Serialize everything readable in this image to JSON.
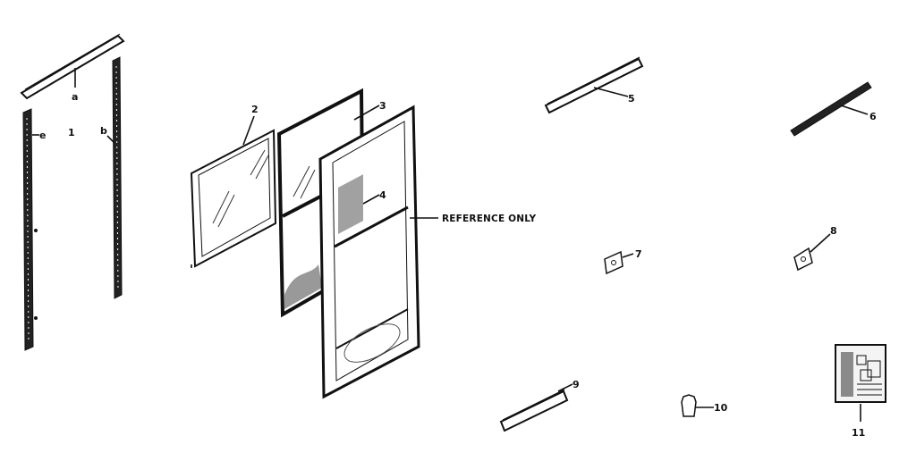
{
  "labels": {
    "a": "a",
    "b": "b",
    "e": "e",
    "p1": "1",
    "p2": "2",
    "p3": "3",
    "p4": "4",
    "p5": "5",
    "p6": "6",
    "p7": "7",
    "p8": "8",
    "p9": "9",
    "p10": "10",
    "p11": "11"
  },
  "reference_note": "REFERENCE ONLY",
  "colors": {
    "ink": "#111111",
    "paper": "#ffffff"
  }
}
